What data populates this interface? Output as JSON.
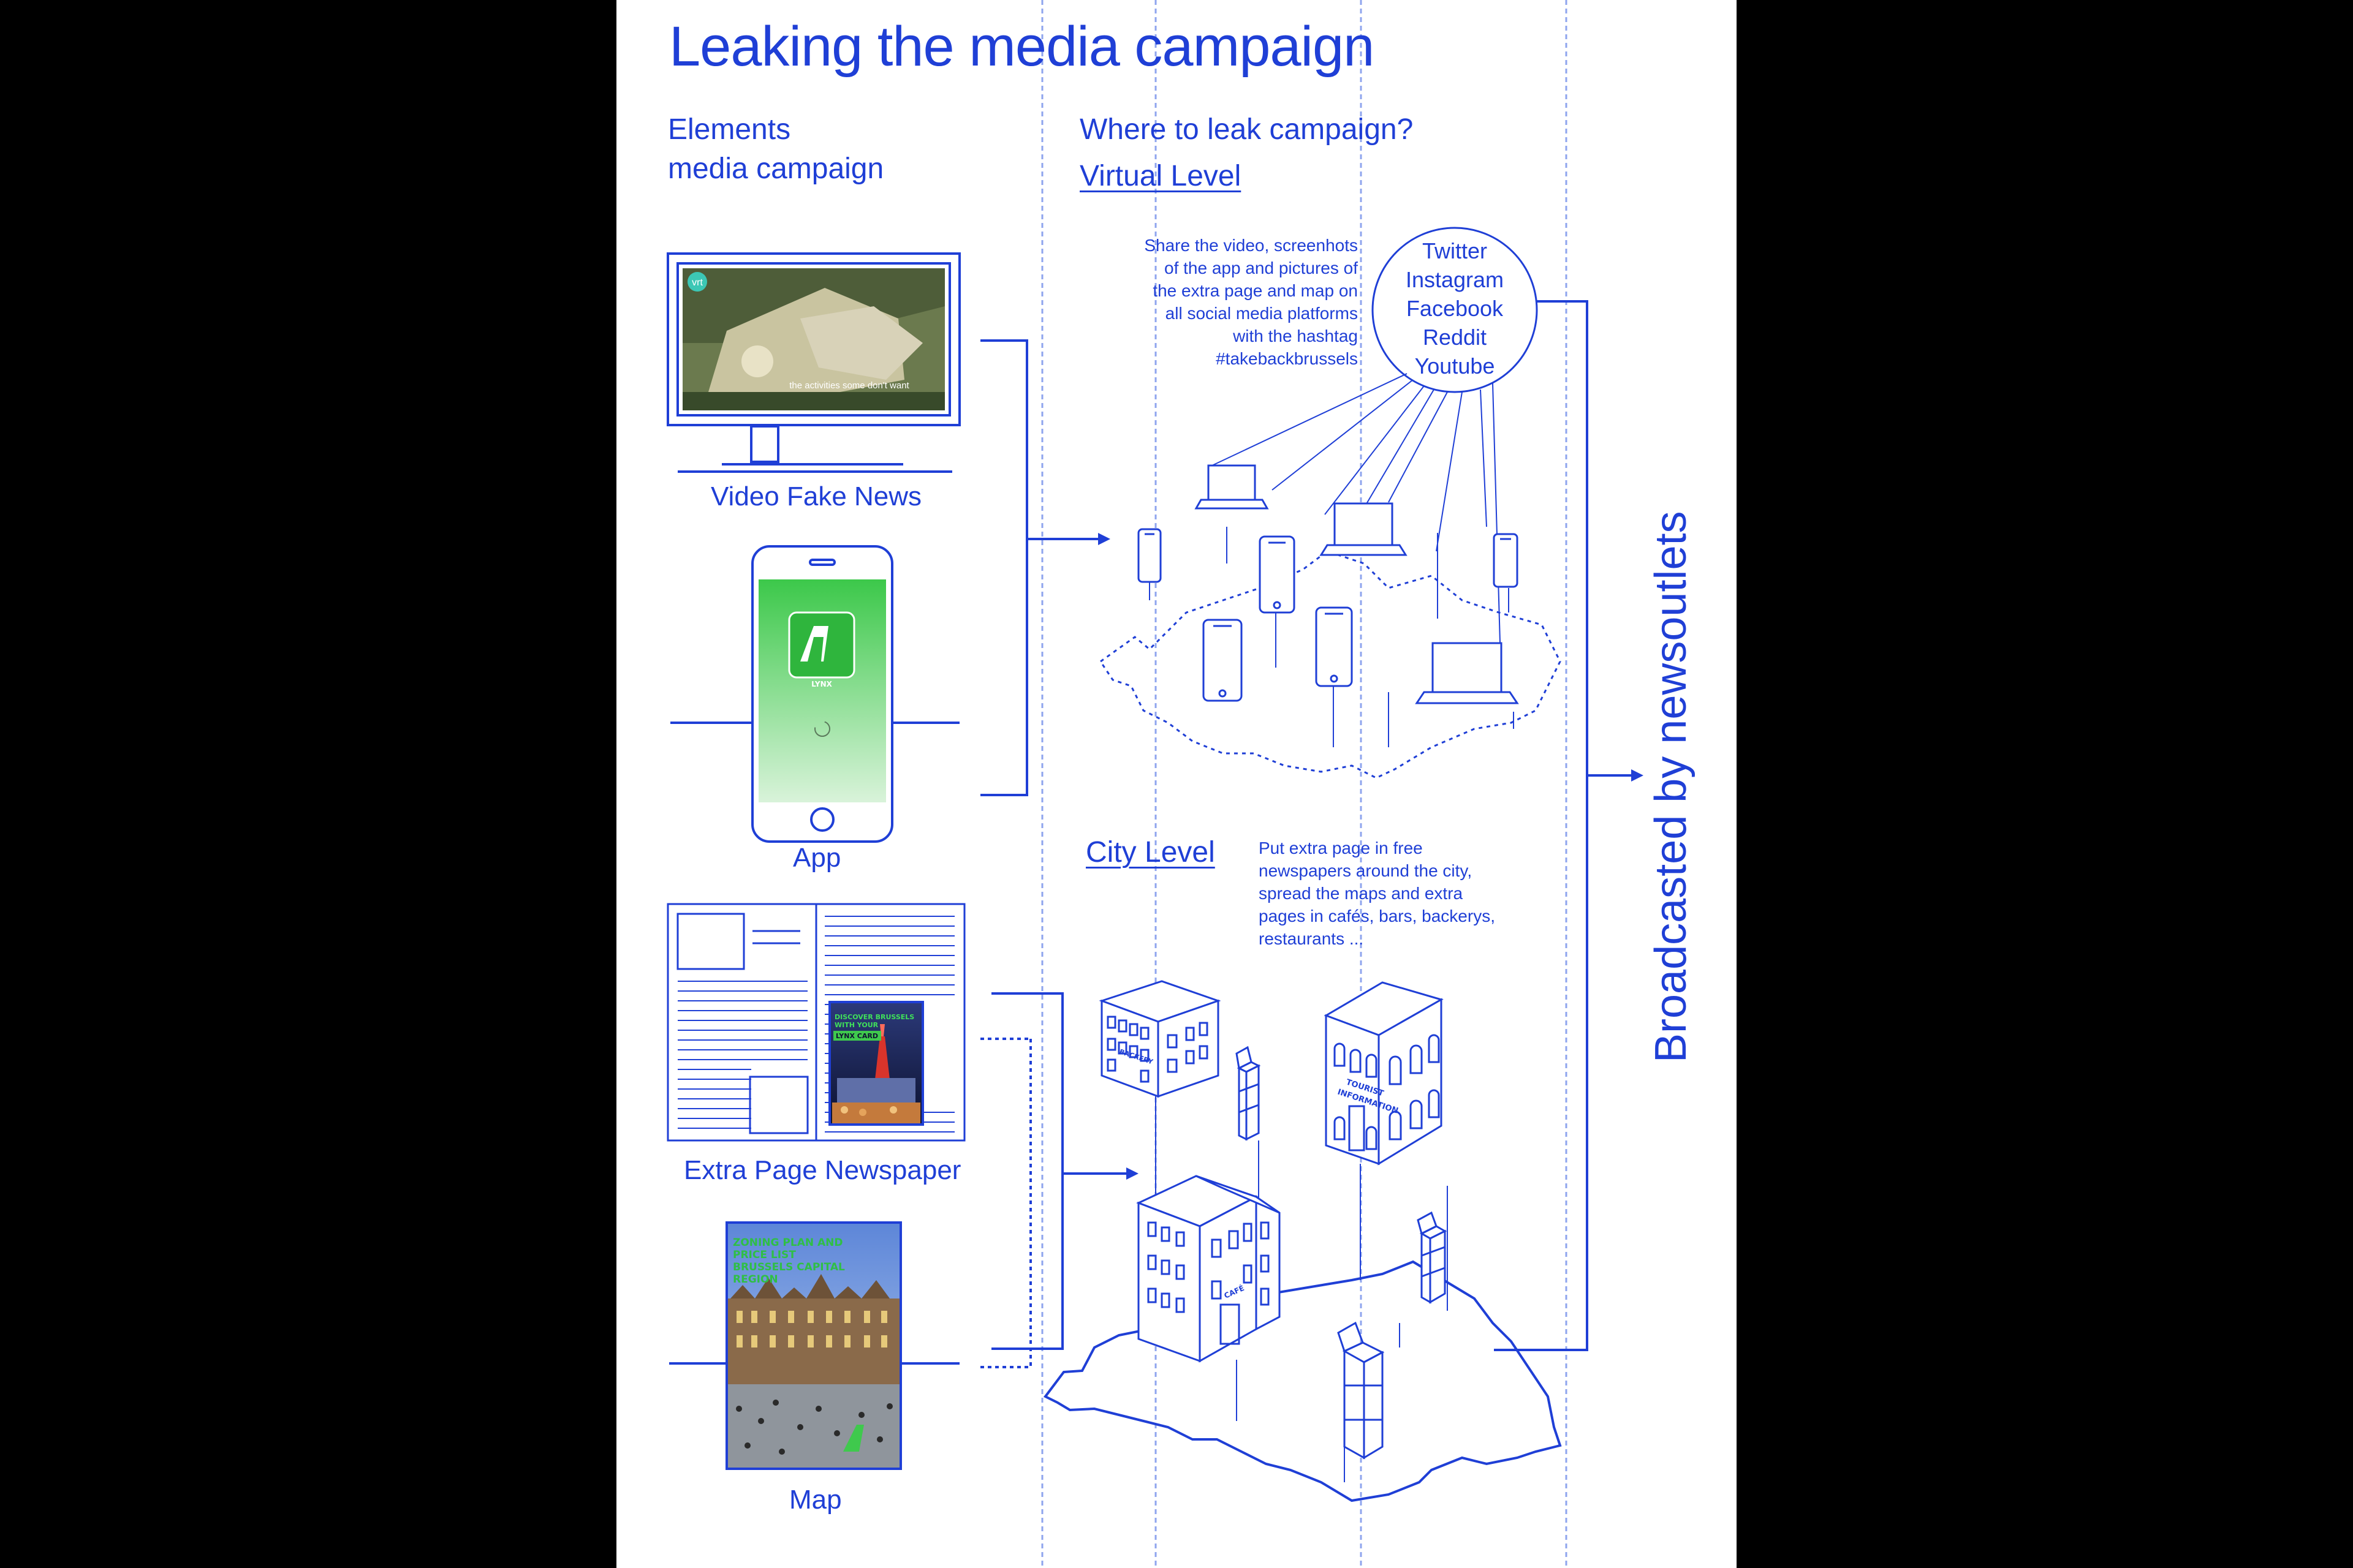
{
  "title": "Leaking the media campaign",
  "left_heading": [
    "Elements",
    "media campaign"
  ],
  "right_heading": "Where to leak campaign?",
  "virtual_level_label": "Virtual Level",
  "city_level_label": "City Level",
  "elements": {
    "video": "Video Fake News",
    "app": "App",
    "newspaper": "Extra Page Newspaper",
    "map": "Map"
  },
  "virtual_note": [
    "Share the video, screenhots",
    "of the app and pictures of",
    "the extra page and map on",
    "all social media platforms",
    "with the hashtag",
    "#takebackbrussels"
  ],
  "platforms": [
    "Twitter",
    "Instagram",
    "Facebook",
    "Reddit",
    "Youtube"
  ],
  "city_note": [
    "Put extra page in free",
    "newspapers around the city,",
    "spread the maps and extra",
    "pages in cafés, bars, backerys,",
    "restaurants ..."
  ],
  "broadcast_label": "Broadcasted by newsoutlets",
  "video_subtitle": "the activities some don't want",
  "video_logo": "vrt",
  "app_brand": "LYNX",
  "newspaper_cover": [
    "DISCOVER BRUSSELS",
    "WITH YOUR",
    "LYNX CARD"
  ],
  "map_cover": [
    "ZONING PLAN AND",
    "PRICE LIST",
    "BRUSSELS CAPITAL",
    "REGION"
  ],
  "building_signs": {
    "bakery": "BACKERY",
    "tourist": [
      "TOURIST",
      "INFORMATION"
    ],
    "cafe": "CAFÉ"
  },
  "colors": {
    "ink": "#1f3fd6",
    "guide": "#8fa5ee",
    "background": "#000000",
    "paper": "#ffffff",
    "app_green": "#3fc94d"
  }
}
